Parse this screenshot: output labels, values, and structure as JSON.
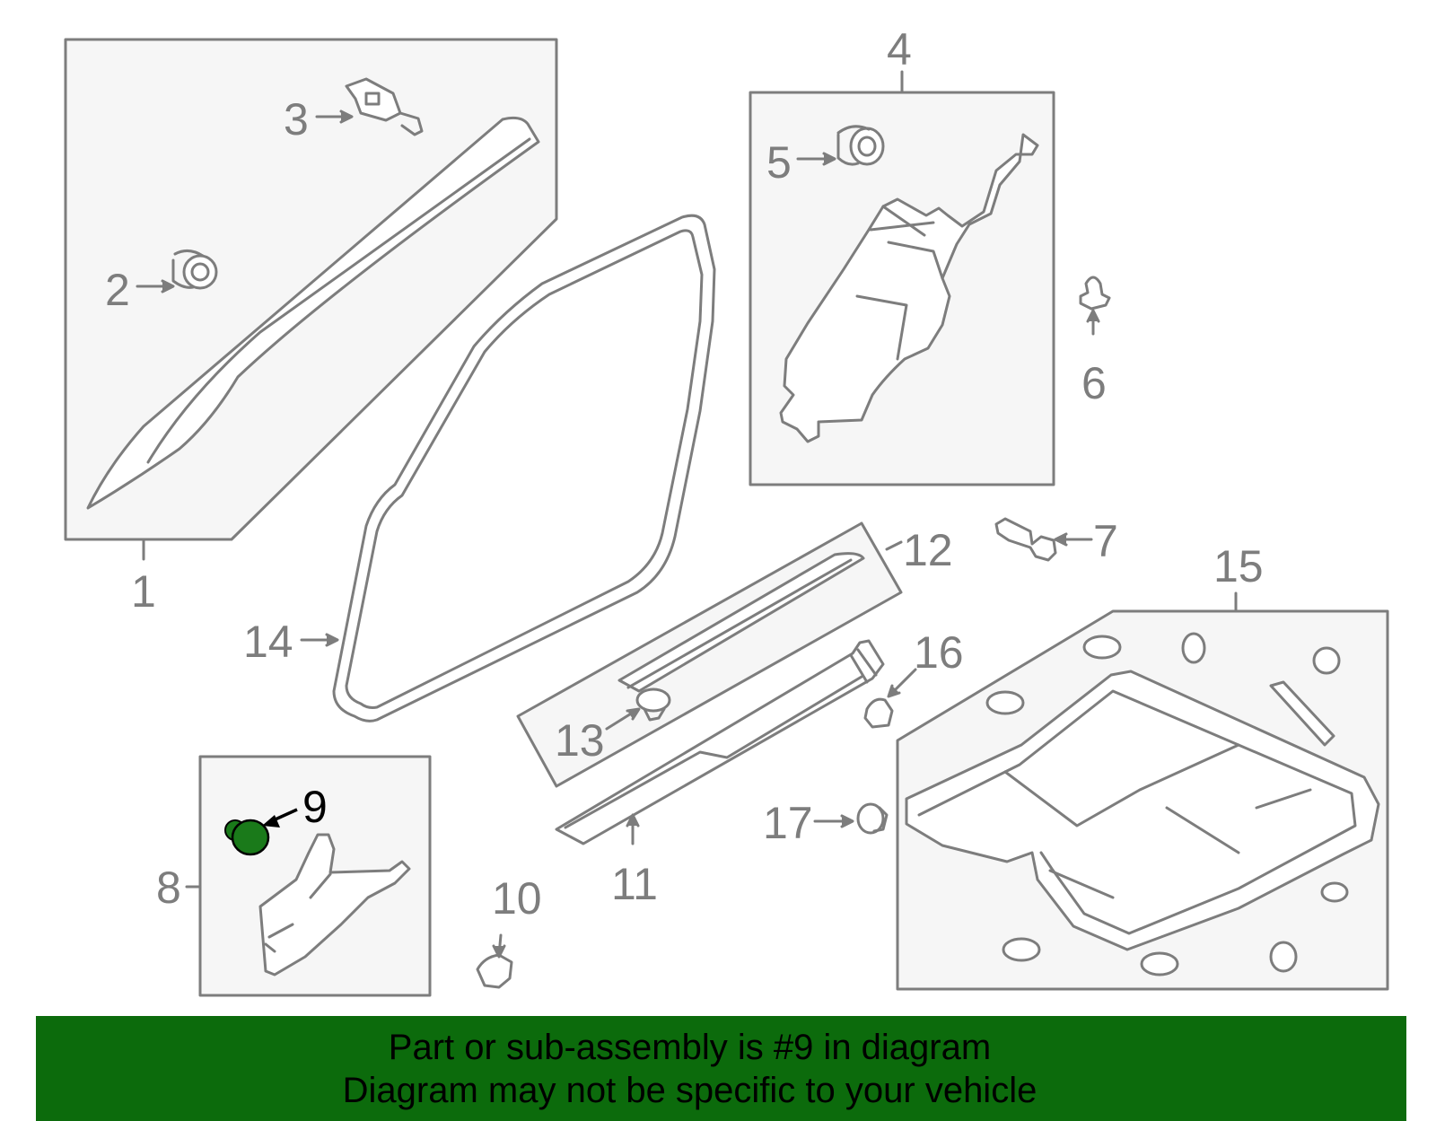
{
  "colors": {
    "line": "#7d7d7d",
    "box_fill": "#f6f6f6",
    "highlight_part": "#1a7a1a",
    "footer_bg": "#0c6b0c",
    "footer_text": "#000000"
  },
  "callouts": {
    "c1": "1",
    "c2": "2",
    "c3": "3",
    "c4": "4",
    "c5": "5",
    "c6": "6",
    "c7": "7",
    "c8": "8",
    "c9": "9",
    "c10": "10",
    "c11": "11",
    "c12": "12",
    "c13": "13",
    "c14": "14",
    "c15": "15",
    "c16": "16",
    "c17": "17"
  },
  "highlighted_part": "9",
  "footer": {
    "line1": "Part or sub-assembly is #9 in diagram",
    "line2": "Diagram may not be specific to your vehicle"
  }
}
